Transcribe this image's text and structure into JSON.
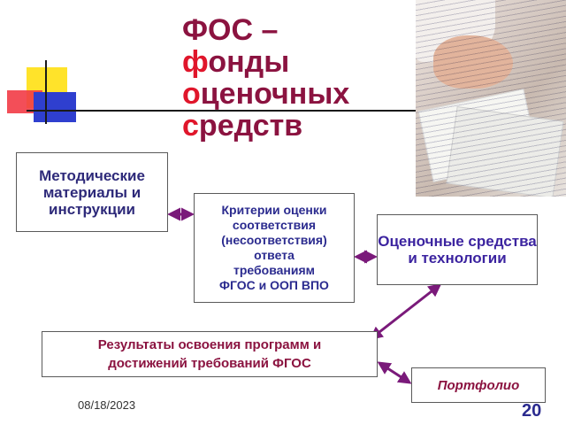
{
  "title": {
    "line1": "ФОС –",
    "line2": "фонды",
    "line3": "оценочных",
    "line4": "средств"
  },
  "boxes": {
    "methodical": "Методические материалы и инструкции",
    "criteria_lines": [
      "Критерии оценки",
      "соответствия",
      "(несоответствия)",
      "ответа",
      "требованиям",
      "ФГОС и ООП ВПО"
    ],
    "assessment": "Оценочные средства и технологии",
    "results_lines": [
      "Результаты освоения программ и",
      "достижений требований ФГОС"
    ],
    "portfolio": "Портфолио"
  },
  "footer": {
    "date": "08/18/2023",
    "page": "20"
  },
  "colors": {
    "title": "#8b1340",
    "accent_red": "#e0162b",
    "box_text": "#2b2b8f",
    "connector": "#7a1a7a"
  }
}
